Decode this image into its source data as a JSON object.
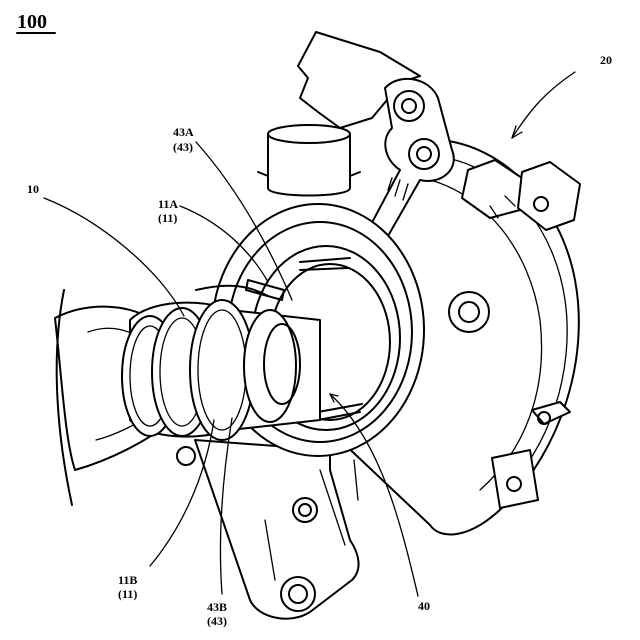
{
  "figure_number": "100",
  "labels": {
    "l20": "20",
    "l10": "10",
    "l43a_1": "43A",
    "l43a_2": "(43)",
    "l11a_1": "11A",
    "l11a_2": "(11)",
    "l11b_1": "11B",
    "l11b_2": "(11)",
    "l43b_1": "43B",
    "l43b_2": "(43)",
    "l40": "40"
  }
}
